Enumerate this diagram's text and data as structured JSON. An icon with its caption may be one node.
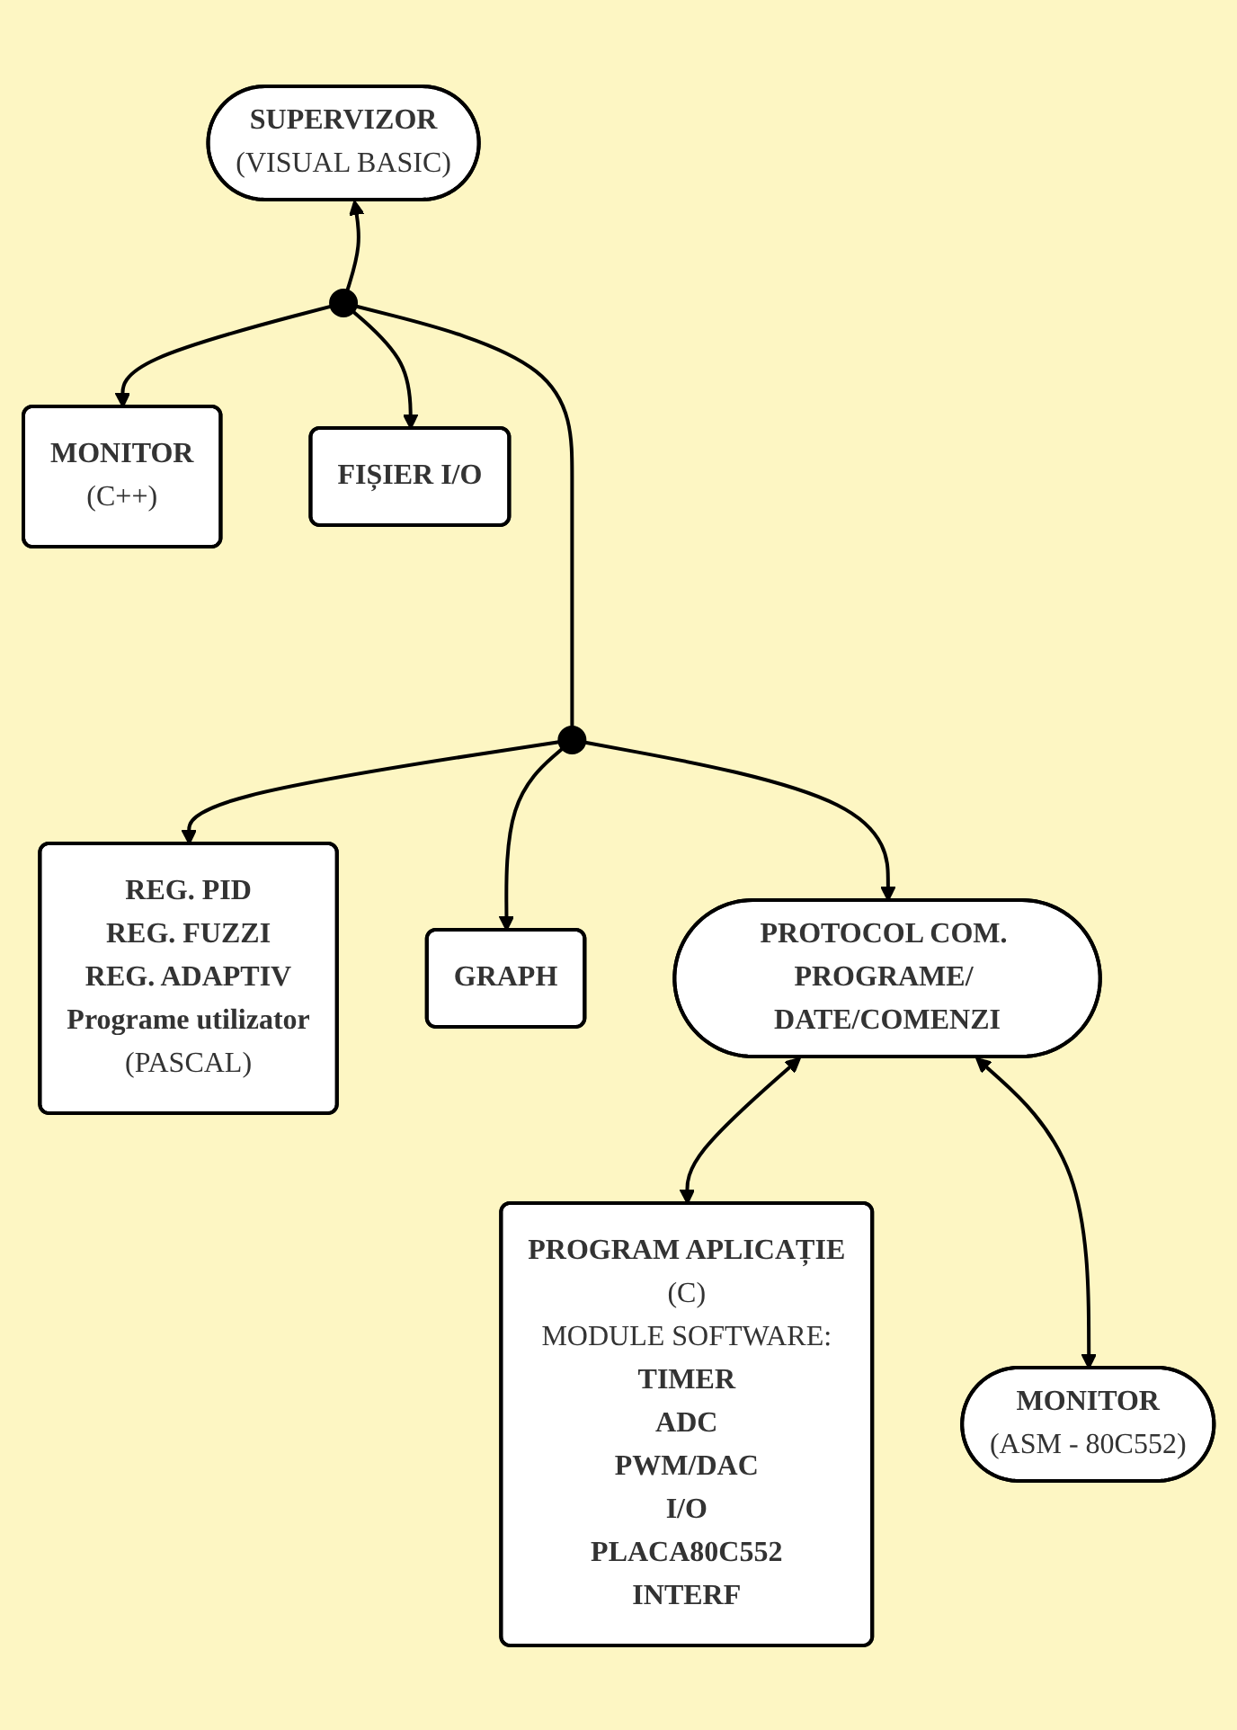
{
  "diagram": {
    "nodes": [
      {
        "text": [
          "SUPERVIZOR",
          "(VISUAL BASIC)"
        ]
      },
      {
        "text": [
          "MONITOR",
          "(C++)"
        ]
      },
      {
        "text": [],
        "shape": "circle"
      },
      {
        "text": [
          "FIȘIER I/O"
        ]
      },
      {
        "text": [
          "REG. PID",
          "REG. FUZZI",
          "REG. ADAPTIV",
          "Programe utilizator",
          "(PASCAL)"
        ]
      },
      {
        "text": [],
        "shape": "circle"
      },
      {
        "text": [
          "GRAPH"
        ]
      },
      {
        "text": [
          "PROTOCOL COM. PROGRAME/ DATE/COMENZI"
        ]
      },
      {
        "text": [
          "PROGRAM APLICAȚIE",
          "(C)",
          "MODULE SOFTWARE:",
          "TIMER",
          "ADC",
          "PWM/DAC",
          "I/O",
          "PLACA80C552",
          "INTERF"
        ]
      },
      {
        "text": [
          "MONITOR",
          "(ASM - 80C552)"
        ]
      }
    ],
    "edges": [
      {
        "from": 2,
        "to": 0,
        "arrow": "to"
      },
      {
        "from": 2,
        "to": 1,
        "arrow": "to"
      },
      {
        "from": 2,
        "to": 3,
        "arrow": "to"
      },
      {
        "from": 2,
        "to": 5,
        "arrow": "none"
      },
      {
        "from": 5,
        "to": 4,
        "arrow": "to"
      },
      {
        "from": 5,
        "to": 6,
        "arrow": "to"
      },
      {
        "from": 5,
        "to": 7,
        "arrow": "to"
      },
      {
        "from": 7,
        "to": 8,
        "arrow": "both"
      },
      {
        "from": 7,
        "to": 9,
        "arrow": "both"
      }
    ]
  }
}
